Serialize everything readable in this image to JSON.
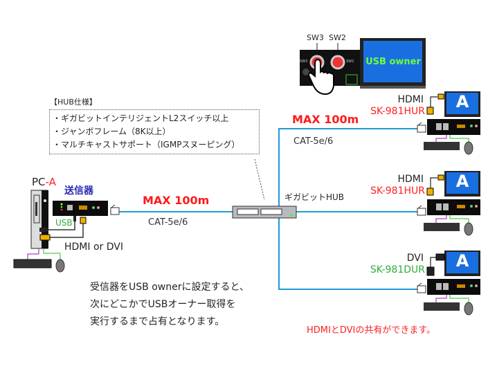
{
  "colors": {
    "cable": "#1e9bd7",
    "accent_red": "#ff2020",
    "accent_green": "#2fae3a",
    "transmitter_title": "#2b2bb0",
    "monitor_blue": "#1a6fe0",
    "usb_owner_text": "#6dff3a",
    "keyboard_cable": "#b040c0",
    "mouse_cable": "#4ccc4c"
  },
  "top_inset": {
    "sw3_label": "SW3",
    "sw2_label": "SW2",
    "panel_sw3": "SW3",
    "panel_sw2": "SW2",
    "screen_text": "USB owner",
    "icon": "hand-pointer-icon"
  },
  "hub_spec": {
    "title": "【HUB仕様】",
    "items": [
      "・ギガビットインテリジェントL2スイッチ以上",
      "・ジャンボフレーム（8K以上）",
      "・マルチキャストサポート（IGMPスヌーピング）"
    ]
  },
  "pc": {
    "label_pc": "PC",
    "label_suffix": "-A",
    "transmitter_label": "送信器",
    "usb_label": "USB",
    "video_label": "HDMI or DVI"
  },
  "main_link": {
    "max": "MAX 100m",
    "cable": "CAT-5e/6"
  },
  "hub": {
    "label": "ギガビットHUB"
  },
  "branch_link": {
    "max": "MAX 100m",
    "cable": "CAT-5e/6"
  },
  "receivers": [
    {
      "type": "HDMI",
      "model": "SK-981HUR",
      "screen": "A"
    },
    {
      "type": "HDMI",
      "model": "SK-981HUR",
      "screen": "A"
    },
    {
      "type": "DVI",
      "model": "SK-981DUR",
      "screen": "A"
    }
  ],
  "note": {
    "lines": [
      "受信器をUSB ownerに設定すると、",
      "次にどこかでUSBオーナー取得を",
      "実行するまで占有となります。"
    ]
  },
  "footer_note": "HDMIとDVIの共有ができます。"
}
